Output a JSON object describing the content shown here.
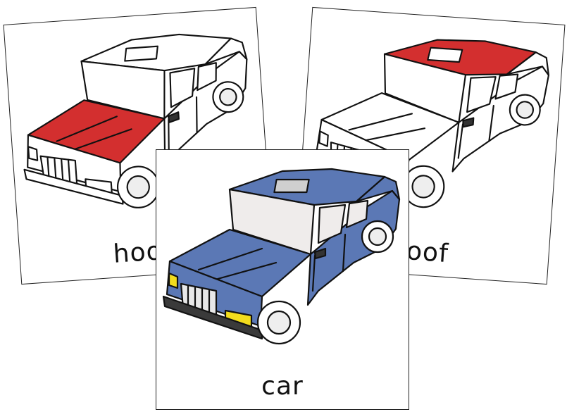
{
  "cards": [
    {
      "label": "hood",
      "highlight_color": "#d32f2f"
    },
    {
      "label": "roof",
      "highlight_color": "#d32f2f"
    },
    {
      "label": "car",
      "car_color": "#5b78b5"
    }
  ]
}
